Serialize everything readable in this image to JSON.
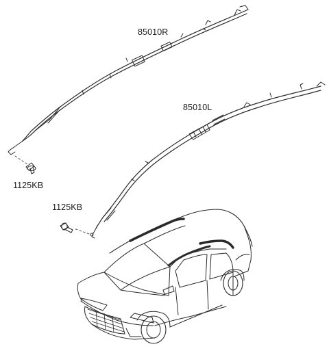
{
  "labels": {
    "right_airbag": "85010R",
    "left_airbag": "85010L",
    "bolt_upper": "1125KB",
    "bolt_lower": "1125KB"
  },
  "colors": {
    "line": "#2a2a2a",
    "roofline": "#111111",
    "background": "#ffffff"
  }
}
